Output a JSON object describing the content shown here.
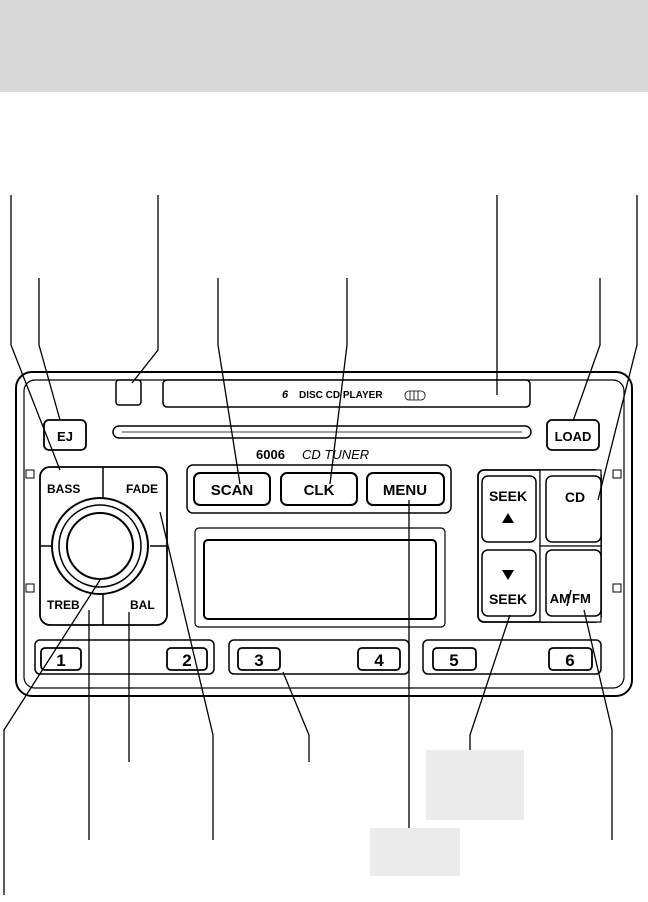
{
  "radio": {
    "model_number": "6006",
    "model_name": "CD TUNER",
    "cd_slot_label_num": "6",
    "cd_slot_label_text": "DISC CD PLAYER",
    "buttons": {
      "ej": "EJ",
      "load": "LOAD",
      "bass": "BASS",
      "fade": "FADE",
      "treb": "TREB",
      "bal": "BAL",
      "scan": "SCAN",
      "clk": "CLK",
      "menu": "MENU",
      "seek_up": "SEEK",
      "seek_down": "SEEK",
      "cd": "CD",
      "am": "AM",
      "fm": "FM",
      "presets": [
        "1",
        "2",
        "3",
        "4",
        "5",
        "6"
      ]
    }
  },
  "colors": {
    "header_band": "#d9d9d9",
    "label_box": "#ececec",
    "line": "#000000"
  }
}
